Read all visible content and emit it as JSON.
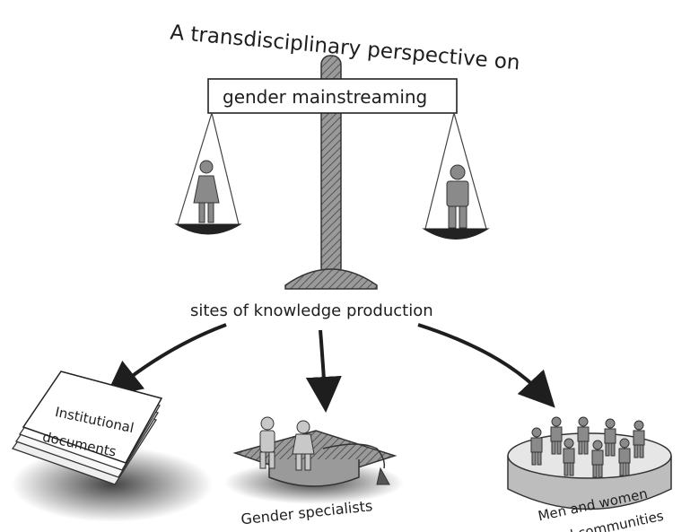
{
  "title": "A transdisciplinary perspective on",
  "scale_label": "gender mainstreaming",
  "subtitle": "sites of knowledge production",
  "sites": [
    {
      "label_lines": [
        "Institutional",
        "documents"
      ],
      "icon": "paper-stack-icon"
    },
    {
      "label": "Gender specialists",
      "icon": "graduation-cap-icon"
    },
    {
      "label_lines": [
        "Men and women",
        "from rural communities"
      ],
      "icon": "community-platform-icon"
    }
  ],
  "scale_icons": {
    "left": "woman-figure-icon",
    "right": "man-figure-icon"
  },
  "colors": {
    "ink": "#1e1e1e",
    "shade": "#555555",
    "fill": "#8a8a8a",
    "light": "#d8d8d8"
  }
}
